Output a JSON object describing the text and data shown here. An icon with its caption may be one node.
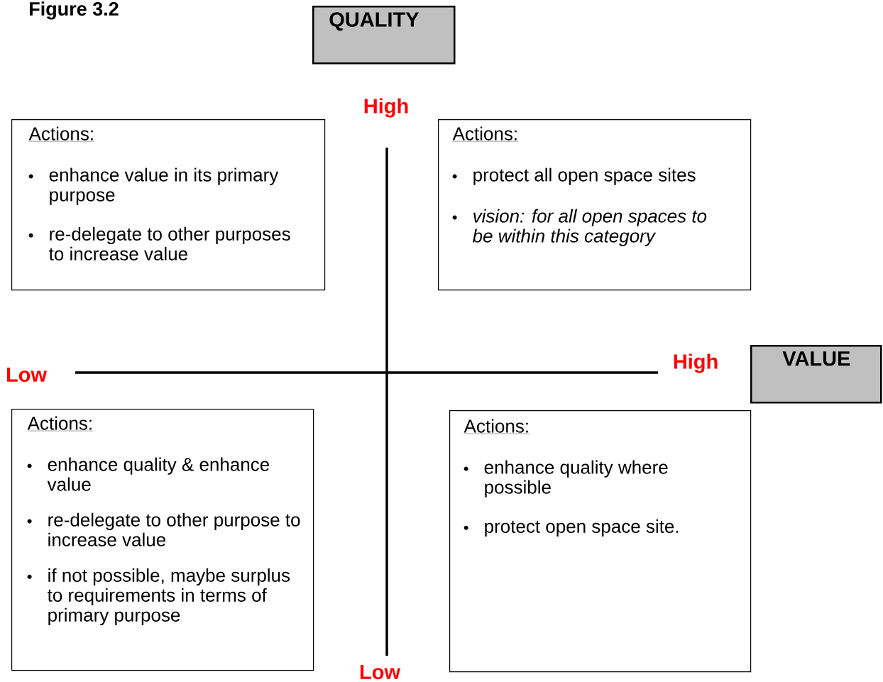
{
  "diagram": {
    "title": "Figure 3.2",
    "nodes": [
      {
        "text": [
          "QUALITY"
        ]
      },
      {
        "text": [
          "VALUE"
        ]
      },
      {
        "text": [
          "Actions:",
          "enhance value in its primary purpose",
          "re-delegate to other purposes to increase value"
        ]
      },
      {
        "text": [
          "Actions:",
          "protect all open space sites",
          "vision: for all open spaces to be within this category"
        ]
      },
      {
        "text": [
          "Actions:",
          "enhance quality & enhance value",
          "re-delegate to other purpose to increase value",
          "if not possible, maybe surplus to requirements in terms of primary purpose"
        ]
      },
      {
        "text": [
          "Actions:",
          "enhance quality where possible",
          "protect open space site."
        ]
      }
    ],
    "labels": [
      "High",
      "Low",
      "High",
      "Low"
    ]
  }
}
